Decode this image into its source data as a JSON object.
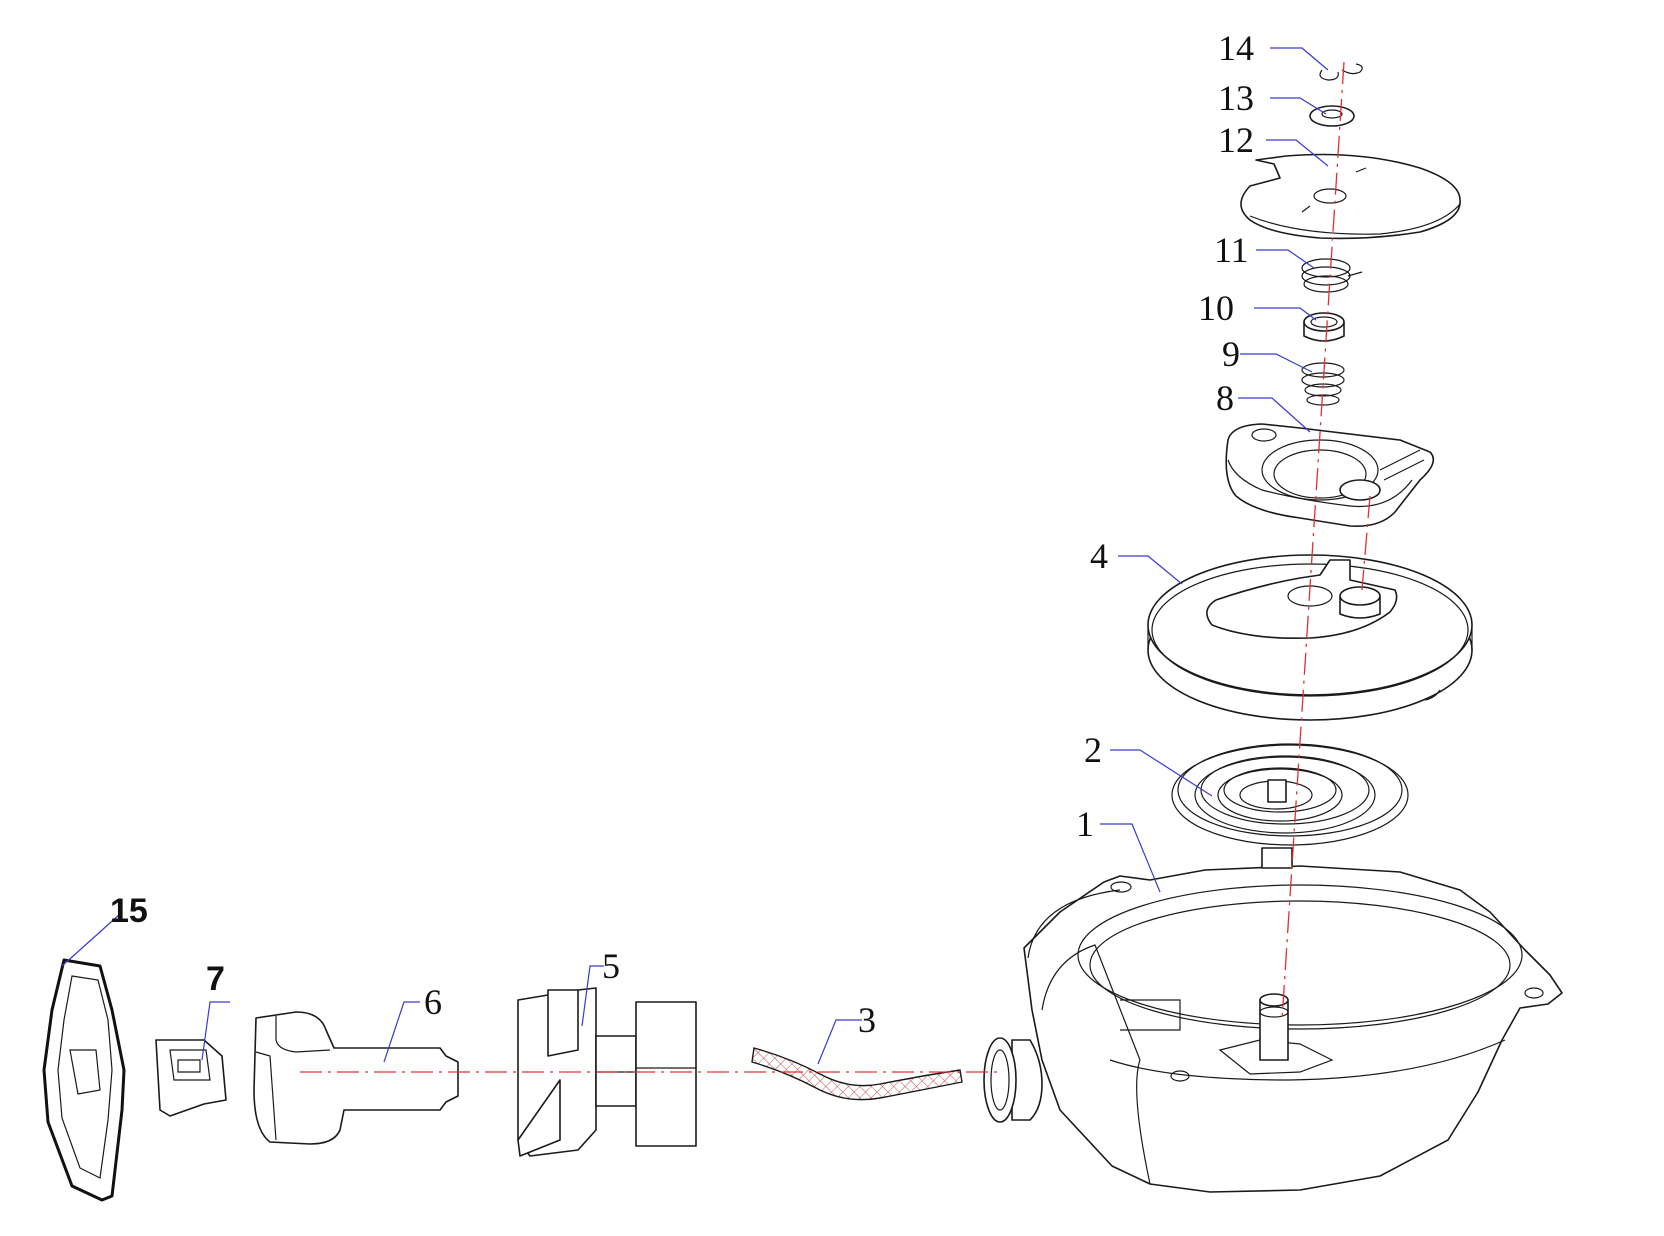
{
  "callouts": {
    "c1": "1",
    "c2": "2",
    "c3": "3",
    "c4": "4",
    "c5": "5",
    "c6": "6",
    "c7": "7",
    "c8": "8",
    "c9": "9",
    "c10": "10",
    "c11": "11",
    "c12": "12",
    "c13": "13",
    "c14": "14",
    "c15": "15"
  },
  "colors": {
    "line": "#1a1a1a",
    "axis": "#e03030",
    "leader": "#3a3ad0"
  }
}
